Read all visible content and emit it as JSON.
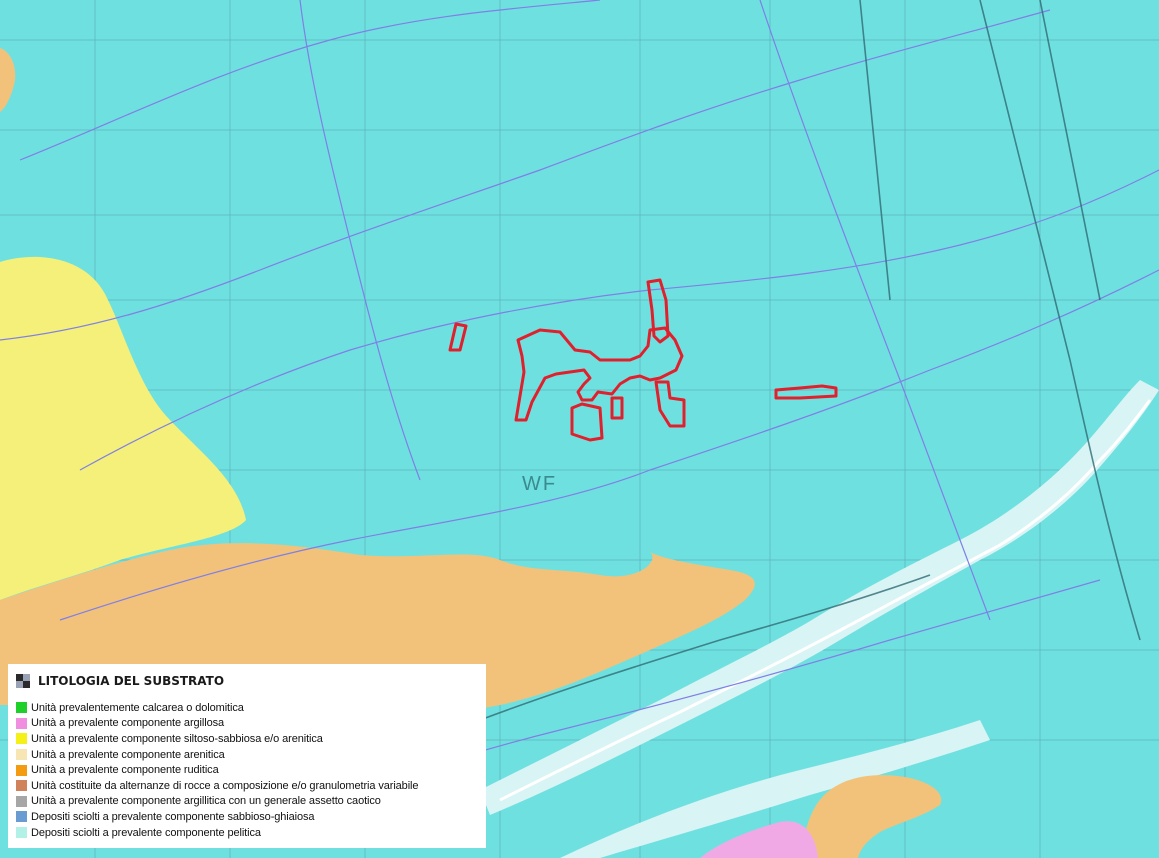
{
  "map": {
    "unit_label": "WF",
    "colors": {
      "background": "#6fe0e0",
      "sandy_yellow": "#f4f07a",
      "orange_ruditic": "#f2c27a",
      "pink_clay": "#f1a9e6",
      "river_pale": "#d8f4f4",
      "site_outline": "#e0202c",
      "watercourse": "#7f7fe6",
      "grid_lines": "#4e8f9a"
    }
  },
  "legend": {
    "title": "LITOLOGIA DEL SUBSTRATO",
    "items": [
      {
        "label": "Unità prevalentemente calcarea o dolomitica",
        "color": "#1fcf2a"
      },
      {
        "label": "Unità a prevalente componente argillosa",
        "color": "#f08fe0"
      },
      {
        "label": "Unità a prevalente componente siltoso-sabbiosa e/o arenitica",
        "color": "#f6f019"
      },
      {
        "label": "Unità a prevalente componente arenitica",
        "color": "#f7e6b4"
      },
      {
        "label": "Unità a prevalente componente ruditica",
        "color": "#f39c12"
      },
      {
        "label": "Unità costituite da alternanze di rocce a composizione e/o granulometria variabile",
        "color": "#d0825a"
      },
      {
        "label": "Unità a prevalente componente argillitica con un generale assetto caotico",
        "color": "#a6a6a6"
      },
      {
        "label": "Depositi sciolti a prevalente componente sabbioso-ghiaiosa",
        "color": "#6a9bd1"
      },
      {
        "label": "Depositi sciolti a prevalente componente pelitica",
        "color": "#b3f0e6"
      }
    ]
  }
}
